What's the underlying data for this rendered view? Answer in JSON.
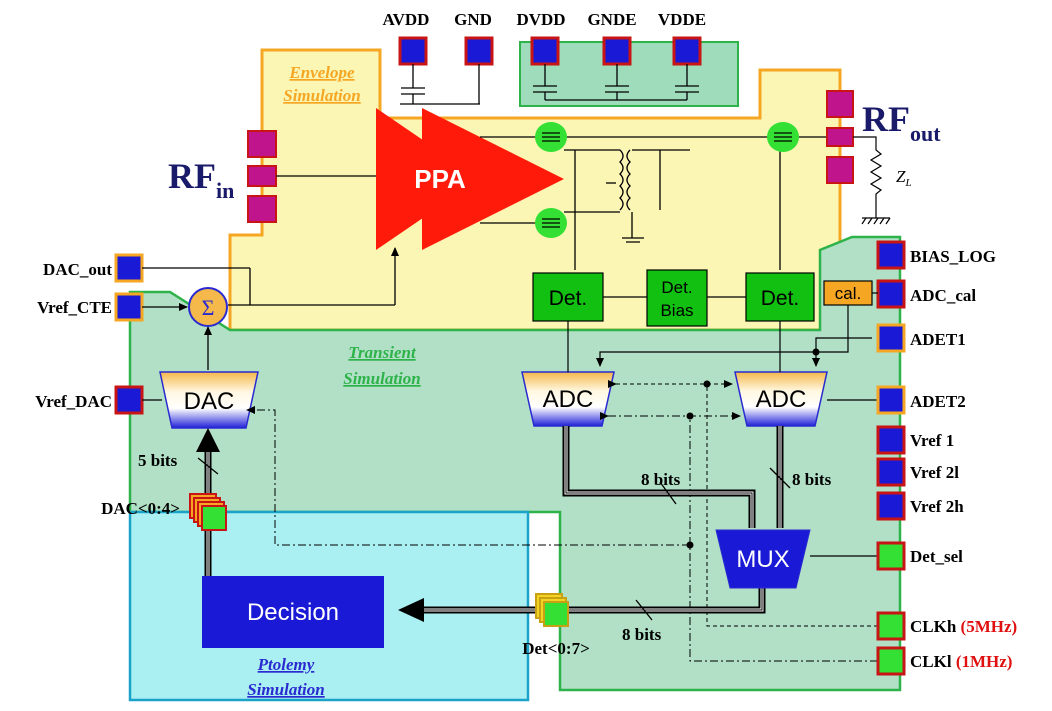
{
  "regions": {
    "envelope": {
      "label_line1": "Envelope",
      "label_line2": "Simulation"
    },
    "transient": {
      "label_line1": "Transient",
      "label_line2": "Simulation"
    },
    "ptolemy": {
      "label_line1": "Ptolemy",
      "label_line2": "Simulation"
    }
  },
  "top_pins": [
    "AVDD",
    "GND",
    "DVDD",
    "GNDE",
    "VDDE"
  ],
  "rf_in": {
    "main": "RF",
    "sub": "in"
  },
  "rf_out": {
    "main": "RF",
    "sub": "out"
  },
  "load": {
    "main": "Z",
    "sub": "L"
  },
  "blocks": {
    "ppa": "PPA",
    "det_left": "Det.",
    "det_right": "Det.",
    "det_bias_line1": "Det.",
    "det_bias_line2": "Bias",
    "cal": "cal.",
    "adc_left": "ADC",
    "adc_right": "ADC",
    "dac": "DAC",
    "mux": "MUX",
    "decision": "Decision",
    "sum": "Σ"
  },
  "left_pins": [
    "DAC_out",
    "Vref_CTE",
    "Vref_DAC"
  ],
  "right_pins": [
    "BIAS_LOG",
    "ADC_cal",
    "ADET1",
    "ADET2",
    "Vref 1",
    "Vref 2l",
    "Vref 2h",
    "Det_sel",
    "CLKh",
    "CLKl"
  ],
  "clock_freqs": {
    "clkh": "(5MHz)",
    "clkl": "(1MHz)"
  },
  "bus_labels": {
    "dac_bits": "5 bits",
    "adc_left_bits": "8 bits",
    "adc_right_bits": "8 bits",
    "mux_bits": "8 bits"
  },
  "ports": {
    "dac_port": "DAC<0:4>",
    "det_port": "Det<0:7>"
  },
  "colors": {
    "envelope_fill": "#fbf6b4",
    "envelope_border": "#f5a623",
    "transient_fill": "#b1e0c6",
    "transient_border": "#2db34a",
    "ptolemy_fill": "#aaf0f2",
    "ptolemy_border": "#1aa3c9",
    "pin_blue": "#1a1ad6",
    "pin_magenta": "#c0148c",
    "pin_green": "#33e033",
    "pin_border_red": "#c81414",
    "ppa_red": "#ff1a0a",
    "block_green": "#11c011",
    "freq_red": "#e01010"
  }
}
